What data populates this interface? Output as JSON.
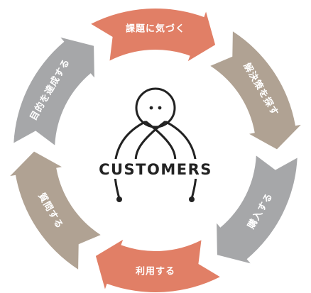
{
  "diagram": {
    "center_label": "CUSTOMERS",
    "segments": [
      {
        "label": "課題に気づく",
        "color": "#E17F66"
      },
      {
        "label": "解決策を探す",
        "color": "#B0A293"
      },
      {
        "label": "購入する",
        "color": "#A6A7A9"
      },
      {
        "label": "利用する",
        "color": "#E17F66"
      },
      {
        "label": "質問する",
        "color": "#B0A293"
      },
      {
        "label": "目的を達成する",
        "color": "#A6A7A9"
      }
    ]
  }
}
